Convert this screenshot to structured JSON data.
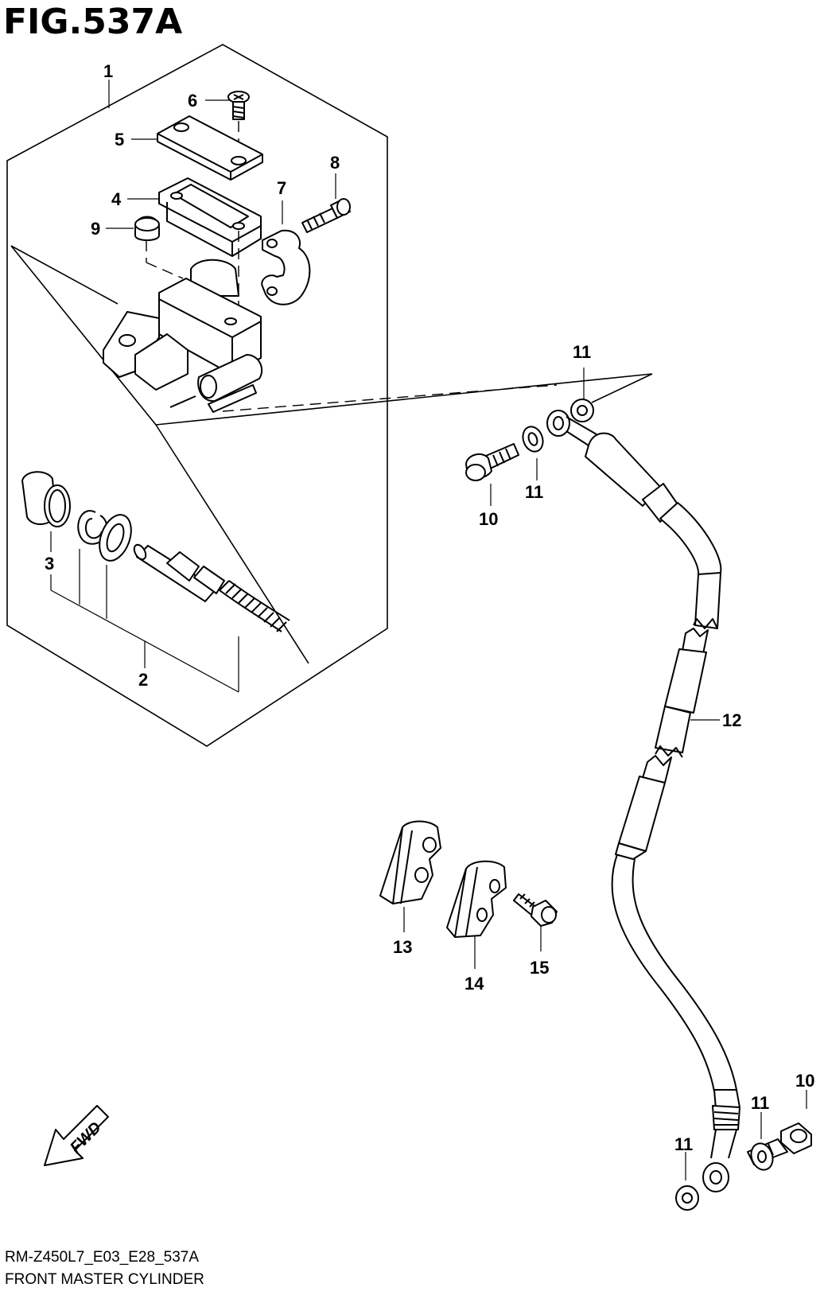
{
  "figure": {
    "title": "FIG.537A"
  },
  "footer": {
    "model_code": "RM-Z450L7_E03_E28_537A",
    "caption": "FRONT MASTER CYLINDER"
  },
  "fwd_label": "FWD",
  "callouts": {
    "c1": "1",
    "c2": "2",
    "c3": "3",
    "c4": "4",
    "c5": "5",
    "c6": "6",
    "c7": "7",
    "c8": "8",
    "c9": "9",
    "c10a": "10",
    "c10b": "10",
    "c11a": "11",
    "c11b": "11",
    "c11c": "11",
    "c11d": "11",
    "c12": "12",
    "c13": "13",
    "c14": "14",
    "c15": "15"
  }
}
